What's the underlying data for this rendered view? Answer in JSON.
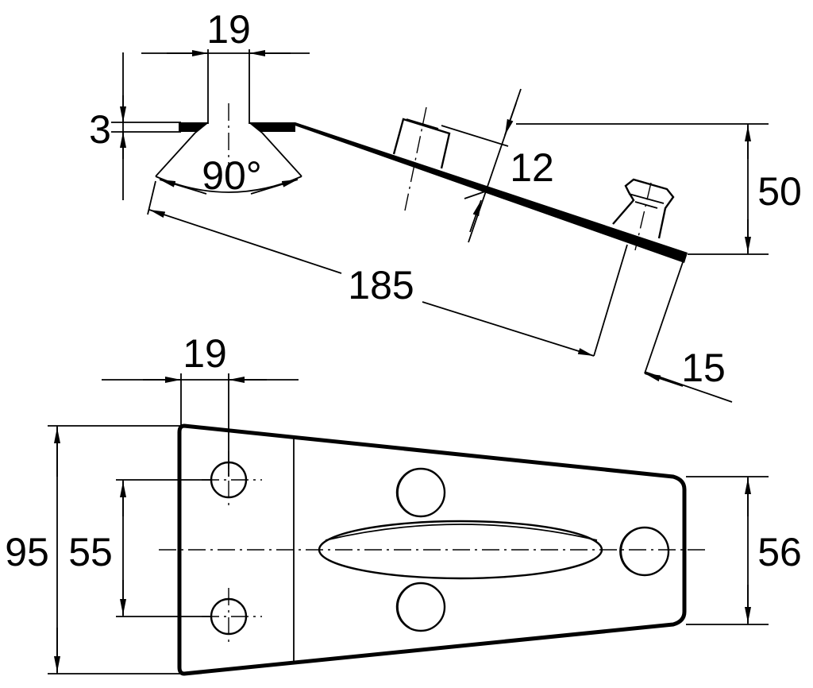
{
  "dimensions": {
    "side_top_width": "19",
    "sheet_thickness": "3",
    "countersink_angle": "90°",
    "cap_height": "12",
    "rise_height": "50",
    "slant_length": "185",
    "bolt_offset": "15",
    "plan_hole_pitch_x": "19",
    "plan_overall_width": "95",
    "plan_hole_spacing": "55",
    "plan_narrow_width": "56"
  },
  "colors": {
    "ink": "#000000",
    "paper": "#ffffff"
  }
}
